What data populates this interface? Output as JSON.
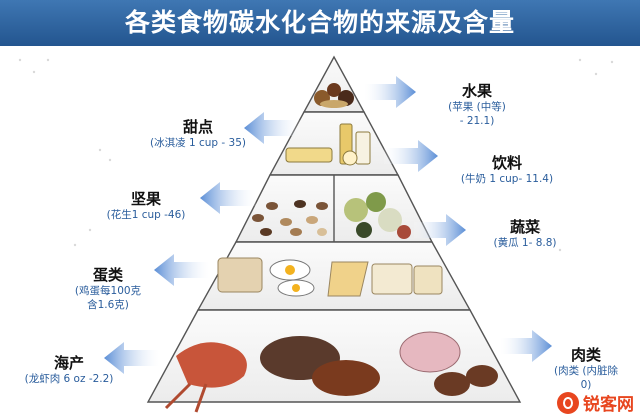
{
  "title": "各类食物碳水化合物的来源及含量",
  "levels": [
    {
      "name": "水果",
      "value1": "(苹果 (中等)",
      "value2": "- 21.1)"
    },
    {
      "name": "甜点",
      "value1": "(冰淇凌 1 cup - 35)"
    },
    {
      "name": "饮料",
      "value1": "(牛奶 1 cup- 11.4)"
    },
    {
      "name": "坚果",
      "value1": "(花生1 cup -46)"
    },
    {
      "name": "蔬菜",
      "value1": "(黄瓜 1- 8.8)"
    },
    {
      "name": "蛋类",
      "value1": "(鸡蛋每100克",
      "value2": "含1.6克)"
    },
    {
      "name": "海产",
      "value1": "(龙虾肉 6 oz -2.2)"
    },
    {
      "name": "肉类",
      "value1": "(肉类 (内脏除",
      "value2": "0)"
    }
  ],
  "watermark": {
    "text": "锐客网",
    "icon": "search-logo-icon"
  },
  "colors": {
    "header": "#2f65a3",
    "arrow": "#5b8ed6",
    "value_text": "#2a5d9c",
    "pyramid_line": "#555555"
  }
}
